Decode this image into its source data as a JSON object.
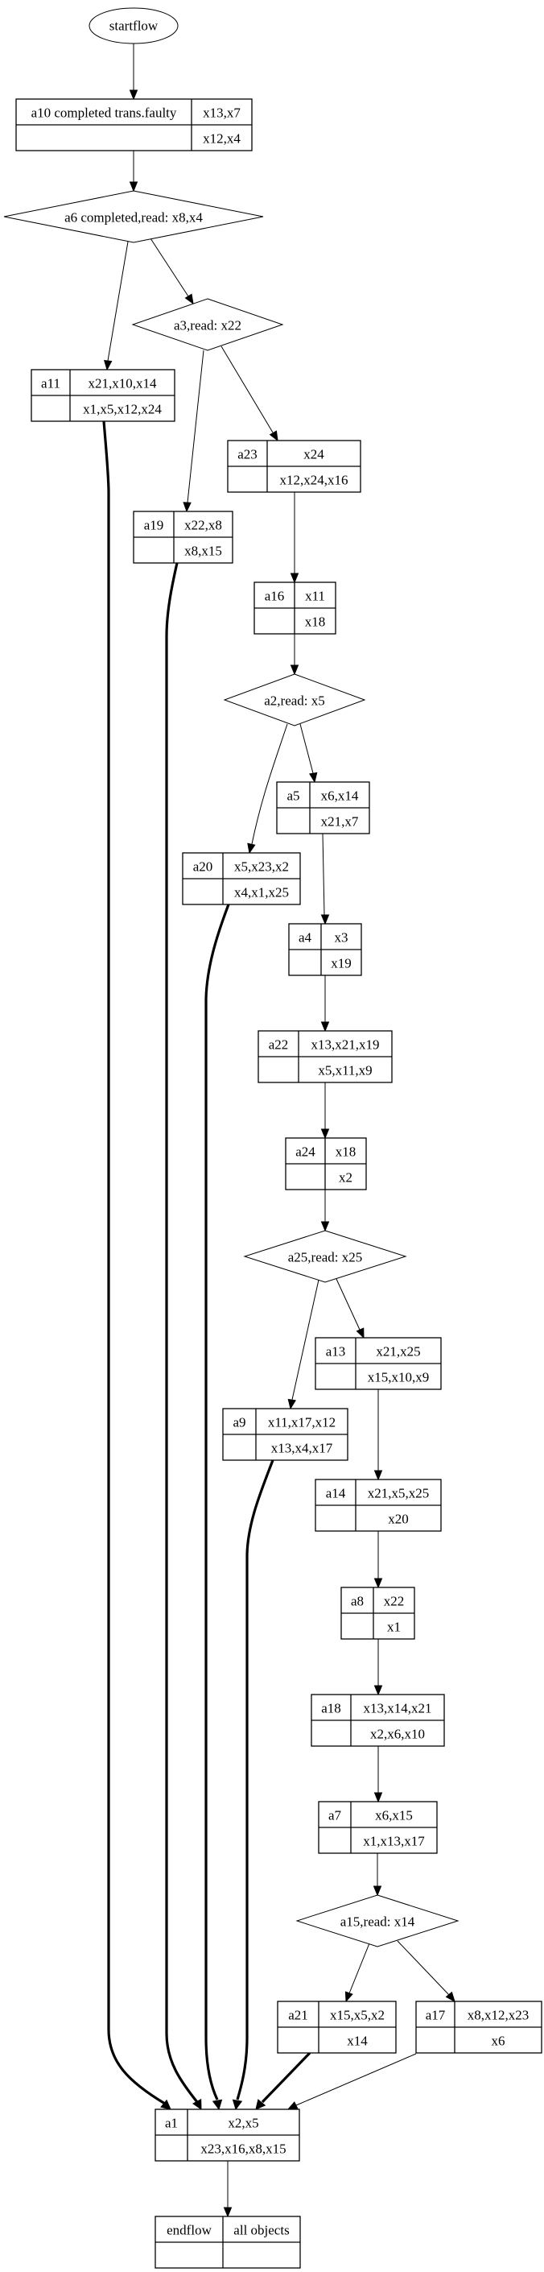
{
  "diagram": {
    "type": "flowchart",
    "start": {
      "id": "start",
      "label": "startflow"
    },
    "nodes": [
      {
        "id": "a10",
        "name": "a10 completed trans.faulty",
        "top": "x13,x7",
        "bottom": "x12,x4"
      },
      {
        "id": "a11",
        "name": "a11",
        "top": "x21,x10,x14",
        "bottom": "x1,x5,x12,x24"
      },
      {
        "id": "a23",
        "name": "a23",
        "top": "x24",
        "bottom": "x12,x24,x16"
      },
      {
        "id": "a19",
        "name": "a19",
        "top": "x22,x8",
        "bottom": "x8,x15"
      },
      {
        "id": "a16",
        "name": "a16",
        "top": "x11",
        "bottom": "x18"
      },
      {
        "id": "a5",
        "name": "a5",
        "top": "x6,x14",
        "bottom": "x21,x7"
      },
      {
        "id": "a20",
        "name": "a20",
        "top": "x5,x23,x2",
        "bottom": "x4,x1,x25"
      },
      {
        "id": "a4",
        "name": "a4",
        "top": "x3",
        "bottom": "x19"
      },
      {
        "id": "a22",
        "name": "a22",
        "top": "x13,x21,x19",
        "bottom": "x5,x11,x9"
      },
      {
        "id": "a24",
        "name": "a24",
        "top": "x18",
        "bottom": "x2"
      },
      {
        "id": "a13",
        "name": "a13",
        "top": "x21,x25",
        "bottom": "x15,x10,x9"
      },
      {
        "id": "a9",
        "name": "a9",
        "top": "x11,x17,x12",
        "bottom": "x13,x4,x17"
      },
      {
        "id": "a14",
        "name": "a14",
        "top": "x21,x5,x25",
        "bottom": "x20"
      },
      {
        "id": "a8",
        "name": "a8",
        "top": "x22",
        "bottom": "x1"
      },
      {
        "id": "a18",
        "name": "a18",
        "top": "x13,x14,x21",
        "bottom": "x2,x6,x10"
      },
      {
        "id": "a7",
        "name": "a7",
        "top": "x6,x15",
        "bottom": "x1,x13,x17"
      },
      {
        "id": "a21",
        "name": "a21",
        "top": "x15,x5,x2",
        "bottom": "x14"
      },
      {
        "id": "a17",
        "name": "a17",
        "top": "x8,x12,x23",
        "bottom": "x6"
      },
      {
        "id": "a1",
        "name": "a1",
        "top": "x2,x5",
        "bottom": "x23,x16,x8,x15"
      },
      {
        "id": "end",
        "name": "endflow",
        "top": "all objects",
        "bottom": ""
      }
    ],
    "decisions": [
      {
        "id": "a6",
        "label": "a6 completed,read: x8,x4"
      },
      {
        "id": "a3",
        "label": "a3,read: x22"
      },
      {
        "id": "a2",
        "label": "a2,read: x5"
      },
      {
        "id": "a25",
        "label": "a25,read: x25"
      },
      {
        "id": "a15",
        "label": "a15,read: x14"
      }
    ],
    "edges": [
      {
        "from": "start",
        "to": "a10",
        "style": "normal"
      },
      {
        "from": "a10",
        "to": "a6",
        "style": "normal"
      },
      {
        "from": "a6",
        "to": "a11",
        "style": "normal"
      },
      {
        "from": "a6",
        "to": "a3",
        "style": "normal"
      },
      {
        "from": "a3",
        "to": "a19",
        "style": "normal"
      },
      {
        "from": "a3",
        "to": "a23",
        "style": "normal"
      },
      {
        "from": "a23",
        "to": "a16",
        "style": "normal"
      },
      {
        "from": "a16",
        "to": "a2",
        "style": "normal"
      },
      {
        "from": "a2",
        "to": "a20",
        "style": "normal"
      },
      {
        "from": "a2",
        "to": "a5",
        "style": "normal"
      },
      {
        "from": "a5",
        "to": "a4",
        "style": "normal"
      },
      {
        "from": "a4",
        "to": "a22",
        "style": "normal"
      },
      {
        "from": "a22",
        "to": "a24",
        "style": "normal"
      },
      {
        "from": "a24",
        "to": "a25",
        "style": "normal"
      },
      {
        "from": "a25",
        "to": "a9",
        "style": "normal"
      },
      {
        "from": "a25",
        "to": "a13",
        "style": "normal"
      },
      {
        "from": "a13",
        "to": "a14",
        "style": "normal"
      },
      {
        "from": "a14",
        "to": "a8",
        "style": "normal"
      },
      {
        "from": "a8",
        "to": "a18",
        "style": "normal"
      },
      {
        "from": "a18",
        "to": "a7",
        "style": "normal"
      },
      {
        "from": "a7",
        "to": "a15",
        "style": "normal"
      },
      {
        "from": "a15",
        "to": "a21",
        "style": "normal"
      },
      {
        "from": "a15",
        "to": "a17",
        "style": "normal"
      },
      {
        "from": "a11",
        "to": "a1",
        "style": "bold"
      },
      {
        "from": "a19",
        "to": "a1",
        "style": "bold"
      },
      {
        "from": "a20",
        "to": "a1",
        "style": "bold"
      },
      {
        "from": "a9",
        "to": "a1",
        "style": "bold"
      },
      {
        "from": "a21",
        "to": "a1",
        "style": "bold"
      },
      {
        "from": "a17",
        "to": "a1",
        "style": "normal"
      },
      {
        "from": "a1",
        "to": "end",
        "style": "normal"
      }
    ]
  }
}
